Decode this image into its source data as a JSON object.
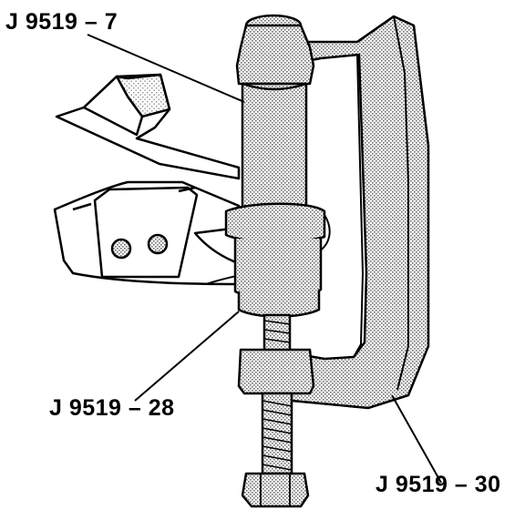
{
  "labels": {
    "tool_7": "J 9519 – 7",
    "tool_28": "J 9519 – 28",
    "tool_30": "J 9519 – 30"
  },
  "colors": {
    "ink": "#000000",
    "stipple": "#9a9a9a",
    "paper": "#ffffff"
  }
}
